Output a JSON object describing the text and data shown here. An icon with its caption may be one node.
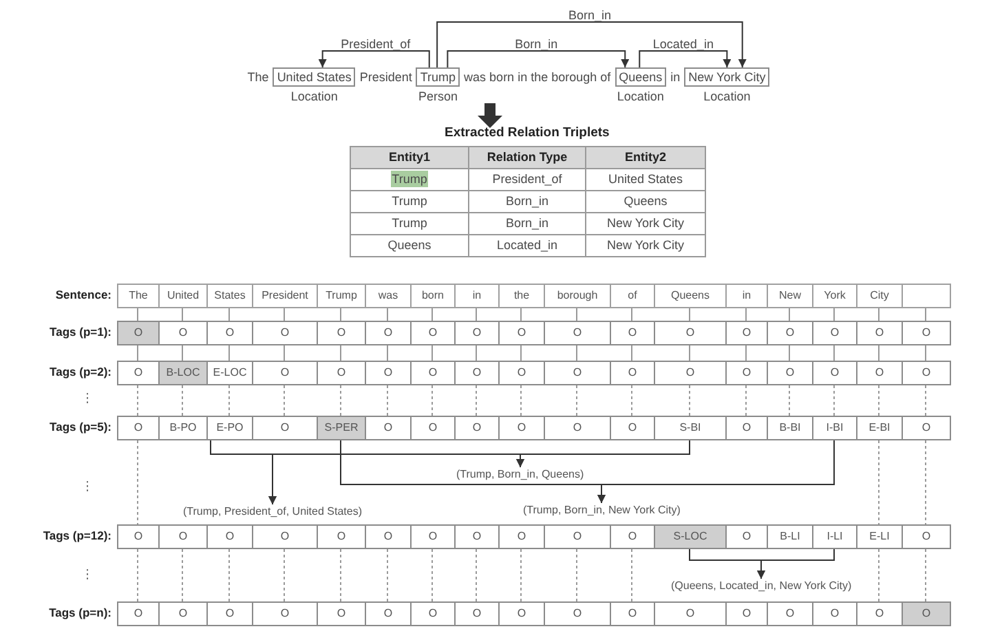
{
  "diagram": {
    "nodes": [
      {
        "text": [
          "United States"
        ],
        "beside": [
          "Location"
        ]
      },
      {
        "text": [
          "Trump"
        ],
        "beside": [
          "Person"
        ]
      },
      {
        "text": [
          "Queens"
        ],
        "beside": [
          "Location"
        ]
      },
      {
        "text": [
          "New York City"
        ],
        "beside": [
          "Location"
        ]
      },
      {
        "text": [
          "The"
        ]
      },
      {
        "text": [
          "United"
        ]
      },
      {
        "text": [
          "States"
        ]
      },
      {
        "text": [
          "President"
        ]
      },
      {
        "text": [
          "Trump"
        ]
      },
      {
        "text": [
          "was"
        ]
      },
      {
        "text": [
          "born"
        ]
      },
      {
        "text": [
          "in"
        ]
      },
      {
        "text": [
          "the"
        ]
      },
      {
        "text": [
          "borough"
        ]
      },
      {
        "text": [
          "of"
        ]
      },
      {
        "text": [
          "Queens"
        ]
      },
      {
        "text": [
          "in"
        ]
      },
      {
        "text": [
          "New"
        ]
      },
      {
        "text": [
          "York"
        ]
      },
      {
        "text": [
          "City"
        ]
      },
      {
        "text": [],
        "shape": "box"
      },
      {
        "text": [
          "O"
        ]
      },
      {
        "text": [
          "O"
        ]
      },
      {
        "text": [
          "O"
        ]
      },
      {
        "text": [
          "O"
        ]
      },
      {
        "text": [
          "O"
        ]
      },
      {
        "text": [
          "O"
        ]
      },
      {
        "text": [
          "O"
        ]
      },
      {
        "text": [
          "O"
        ]
      },
      {
        "text": [
          "O"
        ]
      },
      {
        "text": [
          "O"
        ]
      },
      {
        "text": [
          "O"
        ]
      },
      {
        "text": [
          "O"
        ]
      },
      {
        "text": [
          "O"
        ]
      },
      {
        "text": [
          "O"
        ]
      },
      {
        "text": [
          "O"
        ]
      },
      {
        "text": [
          "O"
        ]
      },
      {
        "text": [
          "O"
        ]
      },
      {
        "text": [
          "O"
        ]
      },
      {
        "text": [
          "B-LOC"
        ]
      },
      {
        "text": [
          "E-LOC"
        ]
      },
      {
        "text": [
          "O"
        ]
      },
      {
        "text": [
          "O"
        ]
      },
      {
        "text": [
          "O"
        ]
      },
      {
        "text": [
          "O"
        ]
      },
      {
        "text": [
          "O"
        ]
      },
      {
        "text": [
          "O"
        ]
      },
      {
        "text": [
          "O"
        ]
      },
      {
        "text": [
          "O"
        ]
      },
      {
        "text": [
          "O"
        ]
      },
      {
        "text": [
          "O"
        ]
      },
      {
        "text": [
          "O"
        ]
      },
      {
        "text": [
          "O"
        ]
      },
      {
        "text": [
          "O"
        ]
      },
      {
        "text": [
          "O"
        ]
      },
      {
        "text": [
          "O"
        ]
      },
      {
        "text": [
          "B-PO"
        ]
      },
      {
        "text": [
          "E-PO"
        ]
      },
      {
        "text": [
          "O"
        ]
      },
      {
        "text": [
          "S-PER"
        ]
      },
      {
        "text": [
          "O"
        ]
      },
      {
        "text": [
          "O"
        ]
      },
      {
        "text": [
          "O"
        ]
      },
      {
        "text": [
          "O"
        ]
      },
      {
        "text": [
          "O"
        ]
      },
      {
        "text": [
          "O"
        ]
      },
      {
        "text": [
          "S-BI"
        ]
      },
      {
        "text": [
          "O"
        ]
      },
      {
        "text": [
          "B-BI"
        ]
      },
      {
        "text": [
          "I-BI"
        ]
      },
      {
        "text": [
          "E-BI"
        ]
      },
      {
        "text": [
          "O"
        ]
      },
      {
        "text": [
          "(Trump, Born_in, Queens)"
        ]
      },
      {
        "text": [
          "(Trump, President_of, United States)"
        ]
      },
      {
        "text": [
          "(Trump, Born_in, New York City)"
        ]
      },
      {
        "text": [
          "O"
        ]
      },
      {
        "text": [
          "O"
        ]
      },
      {
        "text": [
          "O"
        ]
      },
      {
        "text": [
          "O"
        ]
      },
      {
        "text": [
          "O"
        ]
      },
      {
        "text": [
          "O"
        ]
      },
      {
        "text": [
          "O"
        ]
      },
      {
        "text": [
          "O"
        ]
      },
      {
        "text": [
          "O"
        ]
      },
      {
        "text": [
          "O"
        ]
      },
      {
        "text": [
          "O"
        ]
      },
      {
        "text": [
          "S-LOC"
        ]
      },
      {
        "text": [
          "O"
        ]
      },
      {
        "text": [
          "B-LI"
        ]
      },
      {
        "text": [
          "I-LI"
        ]
      },
      {
        "text": [
          "E-LI"
        ]
      },
      {
        "text": [
          "O"
        ]
      },
      {
        "text": [
          "(Queens, Located_in, New York City)"
        ]
      },
      {
        "text": [
          "O"
        ]
      },
      {
        "text": [
          "O"
        ]
      },
      {
        "text": [
          "O"
        ]
      },
      {
        "text": [
          "O"
        ]
      },
      {
        "text": [
          "O"
        ]
      },
      {
        "text": [
          "O"
        ]
      },
      {
        "text": [
          "O"
        ]
      },
      {
        "text": [
          "O"
        ]
      },
      {
        "text": [
          "O"
        ]
      },
      {
        "text": [
          "O"
        ]
      },
      {
        "text": [
          "O"
        ]
      },
      {
        "text": [
          "O"
        ]
      },
      {
        "text": [
          "O"
        ]
      },
      {
        "text": [
          "O"
        ]
      },
      {
        "text": [
          "O"
        ]
      },
      {
        "text": [
          "O"
        ]
      },
      {
        "text": [
          "O"
        ]
      }
    ],
    "edges": [
      {
        "from": 1,
        "to": 3,
        "arrow": "to",
        "label": "Born_in",
        "color": "#333333"
      },
      {
        "from": 1,
        "to": 0,
        "arrow": "to",
        "label": "President_of",
        "color": "#333333"
      },
      {
        "from": 1,
        "to": 2,
        "arrow": "to",
        "label": "Born_in",
        "color": "#333333"
      },
      {
        "from": 2,
        "to": 3,
        "arrow": "to",
        "label": "Located_in",
        "color": "#333333"
      },
      {
        "from": 4,
        "to": 21,
        "arrow": "none"
      },
      {
        "from": 5,
        "to": 22,
        "arrow": "none"
      },
      {
        "from": 6,
        "to": 23,
        "arrow": "none"
      },
      {
        "from": 7,
        "to": 24,
        "arrow": "none"
      },
      {
        "from": 8,
        "to": 25,
        "arrow": "none"
      },
      {
        "from": 9,
        "to": 26,
        "arrow": "none"
      },
      {
        "from": 10,
        "to": 27,
        "arrow": "none"
      },
      {
        "from": 11,
        "to": 28,
        "arrow": "none"
      },
      {
        "from": 12,
        "to": 29,
        "arrow": "none"
      },
      {
        "from": 13,
        "to": 30,
        "arrow": "none"
      },
      {
        "from": 14,
        "to": 31,
        "arrow": "none"
      },
      {
        "from": 15,
        "to": 32,
        "arrow": "none"
      },
      {
        "from": 16,
        "to": 33,
        "arrow": "none"
      },
      {
        "from": 17,
        "to": 34,
        "arrow": "none"
      },
      {
        "from": 18,
        "to": 35,
        "arrow": "none"
      },
      {
        "from": 19,
        "to": 36,
        "arrow": "none"
      },
      {
        "from": 20,
        "to": 37,
        "arrow": "none"
      },
      {
        "from": 21,
        "to": 38,
        "arrow": "none"
      },
      {
        "from": 22,
        "to": 39,
        "arrow": "none"
      },
      {
        "from": 23,
        "to": 40,
        "arrow": "none"
      },
      {
        "from": 24,
        "to": 41,
        "arrow": "none"
      },
      {
        "from": 25,
        "to": 42,
        "arrow": "none"
      },
      {
        "from": 26,
        "to": 43,
        "arrow": "none"
      },
      {
        "from": 27,
        "to": 44,
        "arrow": "none"
      },
      {
        "from": 28,
        "to": 45,
        "arrow": "none"
      },
      {
        "from": 29,
        "to": 46,
        "arrow": "none"
      },
      {
        "from": 30,
        "to": 47,
        "arrow": "none"
      },
      {
        "from": 31,
        "to": 48,
        "arrow": "none"
      },
      {
        "from": 32,
        "to": 49,
        "arrow": "none"
      },
      {
        "from": 33,
        "to": 50,
        "arrow": "none"
      },
      {
        "from": 34,
        "to": 51,
        "arrow": "none"
      },
      {
        "from": 35,
        "to": 52,
        "arrow": "none"
      },
      {
        "from": 36,
        "to": 53,
        "arrow": "none"
      },
      {
        "from": 37,
        "to": 54,
        "arrow": "none"
      },
      {
        "from": 38,
        "to": 55,
        "arrow": "none",
        "style": "dashed"
      },
      {
        "from": 39,
        "to": 56,
        "arrow": "none",
        "style": "dashed"
      },
      {
        "from": 40,
        "to": 57,
        "arrow": "none",
        "style": "dashed"
      },
      {
        "from": 41,
        "to": 58,
        "arrow": "none",
        "style": "dashed"
      },
      {
        "from": 42,
        "to": 59,
        "arrow": "none",
        "style": "dashed"
      },
      {
        "from": 43,
        "to": 60,
        "arrow": "none",
        "style": "dashed"
      },
      {
        "from": 44,
        "to": 61,
        "arrow": "none",
        "style": "dashed"
      },
      {
        "from": 45,
        "to": 62,
        "arrow": "none",
        "style": "dashed"
      },
      {
        "from": 46,
        "to": 63,
        "arrow": "none",
        "style": "dashed"
      },
      {
        "from": 47,
        "to": 64,
        "arrow": "none",
        "style": "dashed"
      },
      {
        "from": 48,
        "to": 65,
        "arrow": "none",
        "style": "dashed"
      },
      {
        "from": 49,
        "to": 66,
        "arrow": "none",
        "style": "dashed"
      },
      {
        "from": 50,
        "to": 67,
        "arrow": "none",
        "style": "dashed"
      },
      {
        "from": 51,
        "to": 68,
        "arrow": "none",
        "style": "dashed"
      },
      {
        "from": 52,
        "to": 69,
        "arrow": "none",
        "style": "dashed"
      },
      {
        "from": 53,
        "to": 70,
        "arrow": "none",
        "style": "dashed"
      },
      {
        "from": 54,
        "to": 71,
        "arrow": "none",
        "style": "dashed"
      },
      {
        "from": 57,
        "to": 73,
        "arrow": "to",
        "color": "#333333"
      },
      {
        "from": 59,
        "to": 73,
        "arrow": "to",
        "color": "#333333"
      },
      {
        "from": 59,
        "to": 72,
        "arrow": "to",
        "color": "#333333"
      },
      {
        "from": 66,
        "to": 72,
        "arrow": "to",
        "color": "#333333"
      },
      {
        "from": 59,
        "to": 74,
        "arrow": "to",
        "color": "#333333"
      },
      {
        "from": 69,
        "to": 74,
        "arrow": "to",
        "color": "#333333"
      },
      {
        "from": 55,
        "to": 75,
        "arrow": "none",
        "style": "dashed"
      },
      {
        "from": 70,
        "to": 90,
        "arrow": "none",
        "style": "dashed"
      },
      {
        "from": 71,
        "to": 91,
        "arrow": "none",
        "style": "dashed"
      },
      {
        "from": 86,
        "to": 92,
        "arrow": "to",
        "color": "#333333"
      },
      {
        "from": 89,
        "to": 92,
        "arrow": "to",
        "color": "#333333"
      },
      {
        "from": 75,
        "to": 93,
        "arrow": "none",
        "style": "dashed"
      },
      {
        "from": 76,
        "to": 94,
        "arrow": "none",
        "style": "dashed"
      },
      {
        "from": 77,
        "to": 95,
        "arrow": "none",
        "style": "dashed"
      },
      {
        "from": 78,
        "to": 96,
        "arrow": "none",
        "style": "dashed"
      },
      {
        "from": 79,
        "to": 97,
        "arrow": "none",
        "style": "dashed"
      },
      {
        "from": 80,
        "to": 98,
        "arrow": "none",
        "style": "dashed"
      },
      {
        "from": 81,
        "to": 99,
        "arrow": "none",
        "style": "dashed"
      },
      {
        "from": 82,
        "to": 100,
        "arrow": "none",
        "style": "dashed"
      },
      {
        "from": 83,
        "to": 101,
        "arrow": "none",
        "style": "dashed"
      },
      {
        "from": 84,
        "to": 102,
        "arrow": "none",
        "style": "dashed"
      },
      {
        "from": 85,
        "to": 103,
        "arrow": "none",
        "style": "dashed"
      },
      {
        "from": 90,
        "to": 108,
        "arrow": "none",
        "style": "dashed"
      },
      {
        "from": 91,
        "to": 109,
        "arrow": "none",
        "style": "dashed"
      }
    ],
    "labels": [
      "The",
      "President",
      "was born in the borough of",
      "in",
      "Extracted Relation Triplets",
      "Entity1",
      "Relation Type",
      "Entity2",
      "Trump",
      "President_of",
      "United States",
      "Trump",
      "Born_in",
      "Queens",
      "Trump",
      "Born_in",
      "New York City",
      "Queens",
      "Located_in",
      "New York City",
      "Sentence:",
      "Tags (p=1):",
      "Tags (p=2):",
      "⋮",
      "Tags (p=5):",
      "⋮",
      "Tags (p=12):",
      "⋮",
      "Tags (p=n):"
    ]
  }
}
